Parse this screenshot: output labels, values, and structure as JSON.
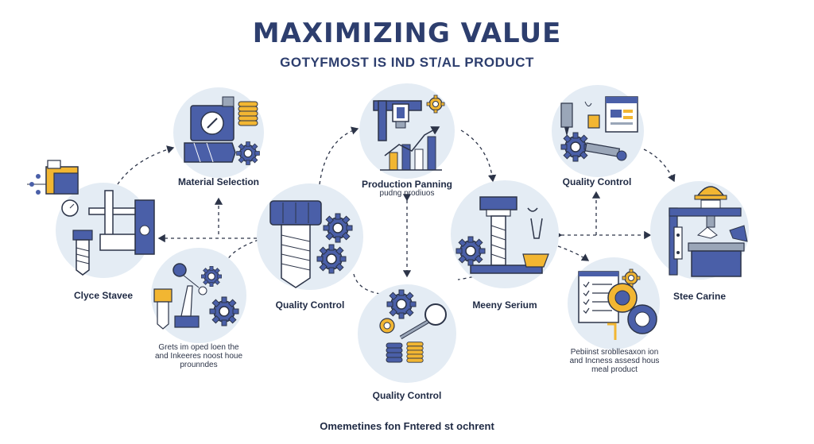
{
  "header": {
    "title": "MAXIMIZING VALUE",
    "subtitle": "GOTYFMOST IS IND ST/AL PRODUCT"
  },
  "nodes": {
    "cycle": {
      "label": "Clyce Stavee"
    },
    "material": {
      "label": "Material Selection"
    },
    "quality_center": {
      "label": "Quality Control"
    },
    "production": {
      "label": "Production Panning",
      "sub": "pudng prodiuos"
    },
    "quality_bottom": {
      "label": "Quality Control"
    },
    "meeny": {
      "label": "Meeny Serium"
    },
    "quality_right": {
      "label": "Quality Control"
    },
    "stee": {
      "label": "Stee Carine"
    }
  },
  "notes": {
    "left_1": "Grets im oped loen the",
    "left_2": "and Inkeeres noost houe",
    "left_3": "prounndes",
    "right_1": "Pebiinst srobllesaxon ion",
    "right_2": "and Incness assesd hous",
    "right_3": "meal product"
  },
  "footer": {
    "text": "Omemetines fon Fntered st ochrent"
  },
  "colors": {
    "navy": "#3d4f8f",
    "light_blue": "#e4ecf4",
    "gold": "#f2b632",
    "dark": "#1f2a44"
  }
}
